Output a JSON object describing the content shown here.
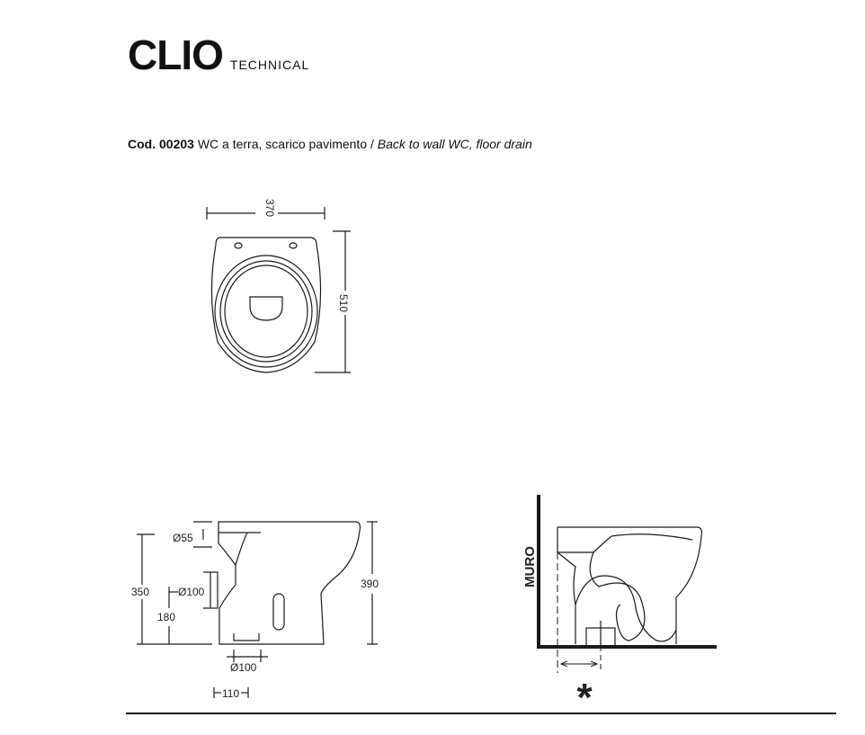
{
  "header": {
    "brand": "CLIO",
    "subtitle": "TECHNICAL"
  },
  "product": {
    "code_label": "Cod. 00203",
    "description_it": "WC a terra, scarico pavimento",
    "separator": "/",
    "description_en": "Back to wall WC, floor drain"
  },
  "top_view": {
    "width_dim": "370",
    "depth_dim": "510"
  },
  "side_view": {
    "dim_d55": "Ø55",
    "dim_d100_side": "Ø100",
    "dim_350": "350",
    "dim_180": "180",
    "dim_390": "390",
    "dim_d100_bottom": "Ø100",
    "dim_110": "110"
  },
  "section_view": {
    "wall_label": "MURO",
    "asterisk": "*"
  },
  "colors": {
    "line": "#1a1a1a",
    "asterisk": "#9a9a9a"
  }
}
